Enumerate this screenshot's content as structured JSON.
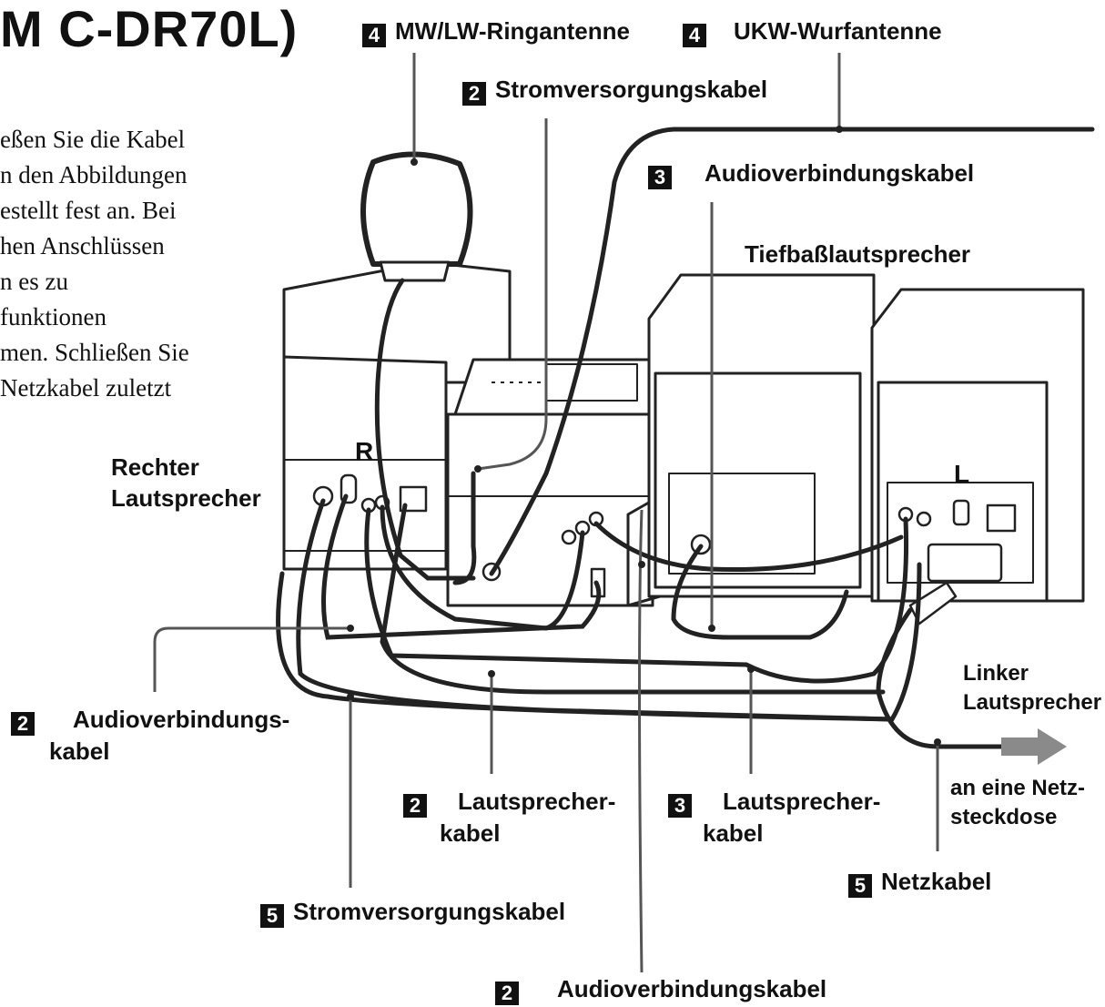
{
  "title": "M C-DR70L)",
  "intro_lines": [
    "eßen Sie die Kabel",
    "n den Abbildungen",
    "estellt fest an. Bei",
    "hen Anschlüssen",
    "n es zu",
    "funktionen",
    "men. Schließen Sie",
    "Netzkabel zuletzt"
  ],
  "labels": {
    "mwlw": {
      "num": "4",
      "text": "MW/LW-Ringantenne"
    },
    "ukw": {
      "num": "4",
      "text": "UKW-Wurfantenne"
    },
    "strom_top": {
      "num": "2",
      "text": "Stromversorgungskabel"
    },
    "audio_top": {
      "num": "3",
      "text": "Audioverbindungskabel"
    },
    "tiefbass": {
      "text": "Tiefbaßlautsprecher"
    },
    "rechter": {
      "line1": "Rechter",
      "line2": "Lautsprecher"
    },
    "speaker_r": {
      "text": "R"
    },
    "speaker_l": {
      "text": "L"
    },
    "linker": {
      "line1": "Linker",
      "line2": "Lautsprecher"
    },
    "audio_left": {
      "num": "2",
      "line1": "Audioverbindungs-",
      "line2": "kabel"
    },
    "lautsp2": {
      "num": "2",
      "line1": "Lautsprecher-",
      "line2": "kabel"
    },
    "lautsp3": {
      "num": "3",
      "line1": "Lautsprecher-",
      "line2": "kabel"
    },
    "netzdose": {
      "line1": "an eine Netz-",
      "line2": "steckdose"
    },
    "netzkabel": {
      "num": "5",
      "text": "Netzkabel"
    },
    "strom_bottom": {
      "num": "5",
      "text": "Stromversorgungskabel"
    },
    "audio_bottom": {
      "num": "2",
      "text": "Audioverbindungskabel"
    }
  },
  "colors": {
    "ink": "#111111",
    "cable": "#222222",
    "leader": "#555555",
    "arrow": "#8a8a8a"
  }
}
